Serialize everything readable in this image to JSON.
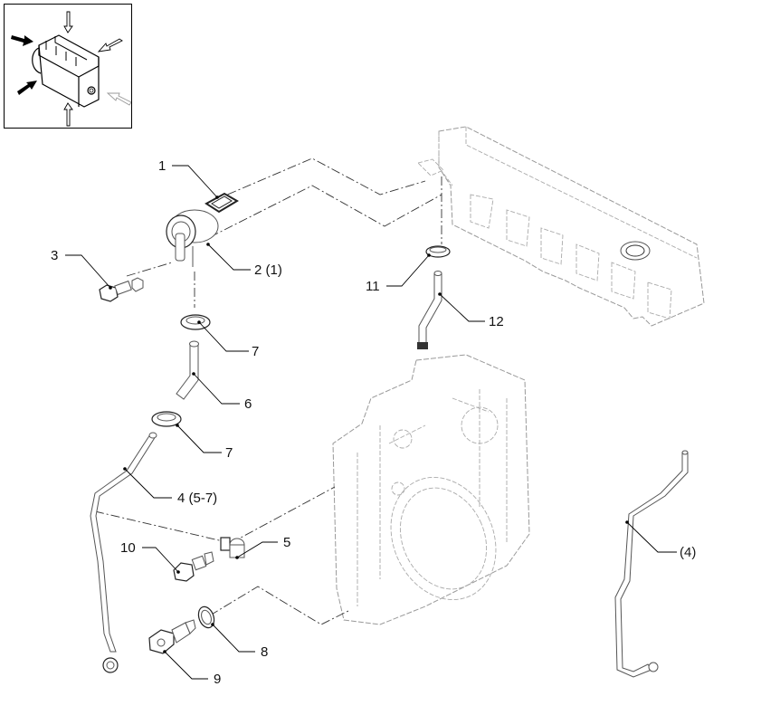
{
  "figure": {
    "type": "exploded parts diagram",
    "subject": "Engine breather / oil separator assembly",
    "inset_icon": "engine-orientation-icon"
  },
  "callouts": [
    {
      "id": "c1",
      "text": "1"
    },
    {
      "id": "c2",
      "text": "2 (1)"
    },
    {
      "id": "c3",
      "text": "3"
    },
    {
      "id": "c11",
      "text": "11"
    },
    {
      "id": "c12",
      "text": "12"
    },
    {
      "id": "c7a",
      "text": "7"
    },
    {
      "id": "c6",
      "text": "6"
    },
    {
      "id": "c7b",
      "text": "7"
    },
    {
      "id": "c4",
      "text": "4 (5-7)"
    },
    {
      "id": "c5",
      "text": "5"
    },
    {
      "id": "c10",
      "text": "10"
    },
    {
      "id": "c8",
      "text": "8"
    },
    {
      "id": "c9",
      "text": "9"
    },
    {
      "id": "c4alt",
      "text": "(4)"
    }
  ],
  "parts": [
    {
      "ref": "1",
      "name": "gasket"
    },
    {
      "ref": "2",
      "name": "oil separator housing"
    },
    {
      "ref": "3",
      "name": "bolt"
    },
    {
      "ref": "4",
      "name": "oil return pipe"
    },
    {
      "ref": "5",
      "name": "pipe clip"
    },
    {
      "ref": "6",
      "name": "hose"
    },
    {
      "ref": "7",
      "name": "hose clamp"
    },
    {
      "ref": "8",
      "name": "sealing washer"
    },
    {
      "ref": "9",
      "name": "union fitting"
    },
    {
      "ref": "10",
      "name": "flange bolt"
    },
    {
      "ref": "11",
      "name": "hose clamp"
    },
    {
      "ref": "12",
      "name": "breather pipe"
    }
  ]
}
